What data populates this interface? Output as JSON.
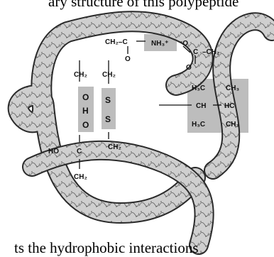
{
  "caption_top": "ary structure of this polypeptide",
  "caption_bottom": "ts the hydrophobic interactions",
  "labels": {
    "ch2_c_top": "CH₂–C",
    "o_top": "O",
    "nh3": "NH₃⁺",
    "o_minus": "⁻O",
    "c_right": "C",
    "ch2_right": "–CH₂",
    "o_right": "O",
    "ch2_left": "CH₂",
    "o_hbond_top": "O",
    "h_hbond": "H",
    "o_hbond_bottom": "O",
    "ho": "HO",
    "c_left": "C",
    "ch2_left_bottom": "CH₂",
    "ch2_mid": "CH₂",
    "s_top": "S",
    "s_bottom": "S",
    "ch2_mid_bottom": "CH₂",
    "h3c_top": "H₃C",
    "ch3_top": "CH₃",
    "ch": "CH",
    "hc": "HC",
    "h3c_bottom": "H₃C",
    "ch3_bottom": "CH₃"
  },
  "colors": {
    "tube_fill": "#c9c9c9",
    "tube_stroke": "#2a2a2a",
    "highlight_box": "#bdbdbd"
  }
}
